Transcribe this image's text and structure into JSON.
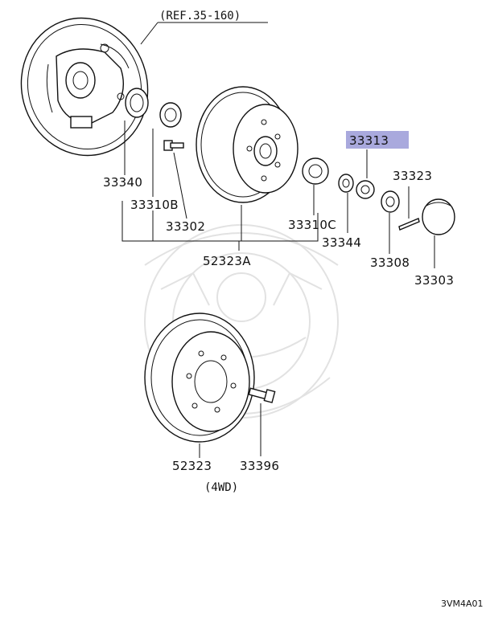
{
  "diagram": {
    "reference": "(REF.35-160)",
    "variant_note": "(4WD)",
    "drawing_code": "3VM4A01",
    "highlight_color": "#a9a9dd",
    "highlighted_part": "33313",
    "part_numbers": {
      "p33313": "33313",
      "p33323": "33323",
      "p33340": "33340",
      "p33310b": "33310B",
      "p33302": "33302",
      "p33310c": "33310C",
      "p33344": "33344",
      "p33308": "33308",
      "p33303": "33303",
      "p52323a": "52323A",
      "p52323": "52323",
      "p33396": "33396"
    }
  }
}
